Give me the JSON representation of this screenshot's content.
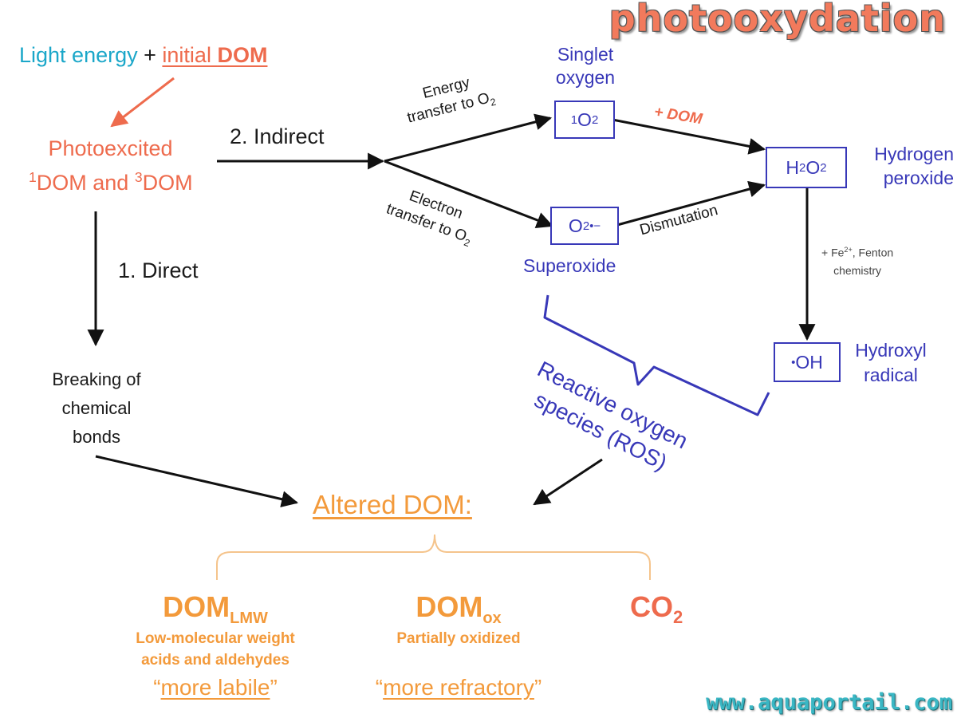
{
  "title": "photooxydation",
  "website": "www.aquaportail.com",
  "source": {
    "light": "Light energy",
    "plus": "+",
    "initial": "initial",
    "dom": "DOM"
  },
  "photoexcited": {
    "line1": "Photoexcited",
    "sup1": "1",
    "line2a": "DOM and ",
    "sup3": "3",
    "line2b": "DOM"
  },
  "indirect": "2. Indirect",
  "direct": "1.  Direct",
  "energy_transfer": {
    "line1": "Energy",
    "line2": "transfer to O",
    "sub": "2"
  },
  "electron_transfer": {
    "line1": "Electron",
    "line2": "transfer to O",
    "sub": "2"
  },
  "singlet_oxygen": {
    "label1": "Singlet",
    "label2": "oxygen",
    "sup": "1",
    "formula": "O",
    "sub": "2"
  },
  "superoxide": {
    "label": "Superoxide",
    "formula": "O",
    "sub": "2",
    "sup": "•−"
  },
  "plus_dom": "+ DOM",
  "dismutation": "Dismutation",
  "hydrogen_peroxide": {
    "label1": "Hydrogen",
    "label2": "peroxide",
    "h": "H",
    "sub1": "2",
    "o": "O",
    "sub2": "2"
  },
  "fenton": {
    "line1a": "+ Fe",
    "sup": "2+",
    "line1b": ", Fenton",
    "line2": "chemistry"
  },
  "hydroxyl": {
    "label1": "Hydroxyl",
    "label2": "radical",
    "dot": "•",
    "formula": "OH"
  },
  "ros": {
    "line1": "Reactive oxygen",
    "line2": "species (ROS)"
  },
  "breaking": {
    "line1": "Breaking of",
    "line2": "chemical",
    "line3": "bonds"
  },
  "altered": "Altered DOM:",
  "products": [
    {
      "main": "DOM",
      "sub": "LMW",
      "desc1": "Low-molecular weight",
      "desc2": "acids and aldehydes",
      "q_open": "“",
      "quote": "more labile",
      "q_close": "”"
    },
    {
      "main": "DOM",
      "sub": "ox",
      "desc1": "Partially oxidized",
      "q_open": "“",
      "quote": "more refractory",
      "q_close": "”"
    },
    {
      "main": "CO",
      "sub": "2"
    }
  ],
  "colors": {
    "orange_red": "#ee6b4d",
    "teal": "#1ba7c9",
    "blue": "#3838b8",
    "orange": "#f39a3b",
    "black": "#1a1a1a"
  }
}
